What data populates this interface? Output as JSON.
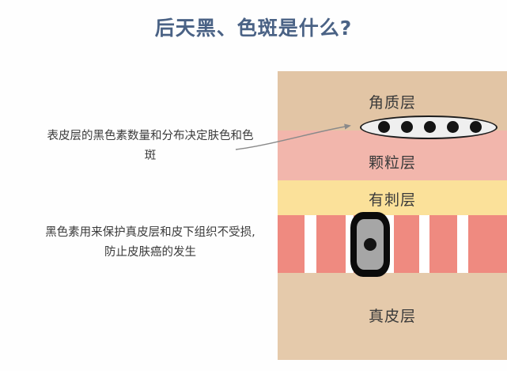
{
  "page": {
    "title": "后天黑、色斑是什么?",
    "title_color": "#4a6285",
    "background_color": "#fefefe"
  },
  "notes": [
    {
      "id": "epidermis-melanin-note",
      "text": "表皮层的黑色素数量和分布决定肤色和色斑"
    },
    {
      "id": "melanin-protection-note",
      "text": "黑色素用来保护真皮层和皮下组织不受损,防止皮肤癌的发生"
    }
  ],
  "diagram": {
    "name": "skin-cross-section",
    "layers": [
      {
        "id": "horny",
        "label": "角质层",
        "color": "#e2c5a5"
      },
      {
        "id": "granular",
        "label": "颗粒层",
        "color": "#f2b6ac"
      },
      {
        "id": "spinous",
        "label": "有刺层",
        "color": "#fbe19a"
      },
      {
        "id": "basal",
        "label": "",
        "color": "#ef8a80"
      },
      {
        "id": "dermis",
        "label": "真皮层",
        "color": "#e5caab"
      }
    ],
    "melanin_cluster": {
      "name": "melanin-granule-cluster",
      "dot_count": 5,
      "dot_color": "#141414",
      "capsule_fill": "#efefef",
      "capsule_stroke": "#1c1c1c"
    },
    "melanocyte": {
      "name": "melanocyte-cell",
      "membrane_color": "#0b0b0b",
      "cytoplasm_color": "#a6a6a6",
      "nucleus_color": "#141414"
    },
    "basal_gaps": {
      "name": "basal-cell-gaps",
      "gap_color": "#ffffff",
      "count": 5
    },
    "arrow": {
      "name": "pointer-arrow",
      "color": "#8a8a8a",
      "points_to": "melanin-granule-cluster"
    }
  }
}
